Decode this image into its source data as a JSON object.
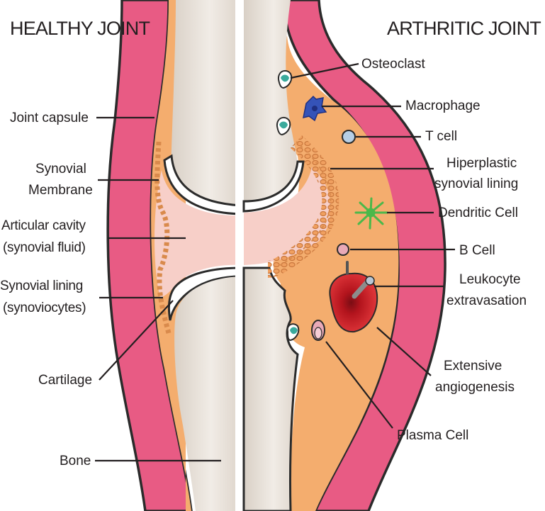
{
  "titles": {
    "healthy": "HEALTHY JOINT",
    "arthritic": "ARTHRITIC JOINT"
  },
  "healthy_labels": {
    "joint_capsule": "Joint capsule",
    "synovial_membrane_1": "Synovial",
    "synovial_membrane_2": "Membrane",
    "articular_cavity_1": "Articular cavity",
    "articular_cavity_2": "(synovial fluid)",
    "synovial_lining_1": "Synovial lining",
    "synovial_lining_2": "(synoviocytes)",
    "cartilage": "Cartilage",
    "bone": "Bone"
  },
  "arthritic_labels": {
    "osteoclast": "Osteoclast",
    "macrophage": "Macrophage",
    "t_cell": "T cell",
    "hiperplastic_1": "Hiperplastic",
    "hiperplastic_2": "synovial lining",
    "dendritic_cell": "Dendritic Cell",
    "b_cell": "B Cell",
    "leukocyte_1": "Leukocyte",
    "leukocyte_2": "extravasation",
    "angiogenesis_1": "Extensive",
    "angiogenesis_2": "angiogenesis",
    "plasma_cell": "Plasma Cell"
  },
  "colors": {
    "capsule_pink": "#e85b84",
    "synovium_orange": "#f4ad6e",
    "fluid_pink": "#f7cfc8",
    "bone_gray": "#e3dad2",
    "outline": "#2b2b2b",
    "blood_red": "#d0232b",
    "macrophage_blue": "#3553b8",
    "dendritic_green": "#4bb84a",
    "teal_cell": "#3aaa9c"
  }
}
